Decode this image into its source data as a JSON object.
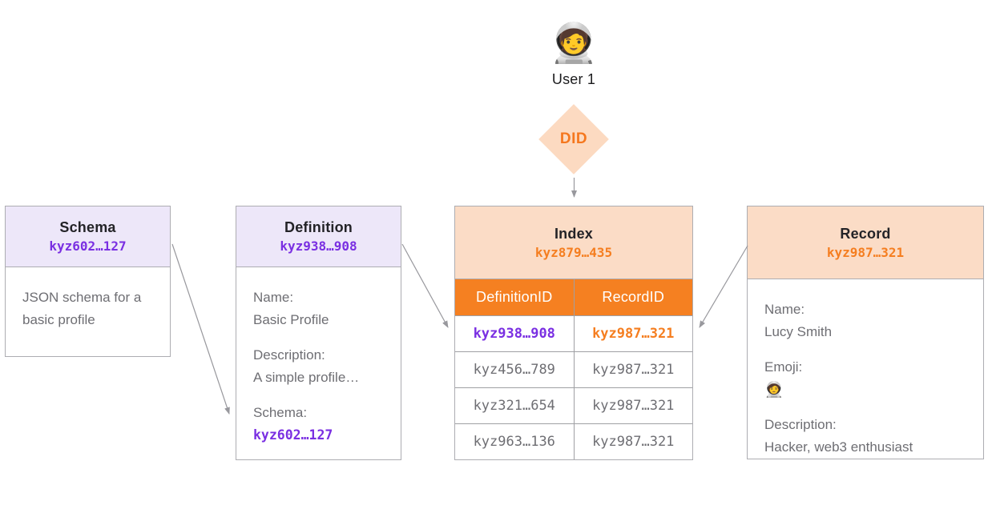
{
  "user": {
    "emoji": "🧑‍🚀",
    "label": "User 1"
  },
  "did": {
    "label": "DID"
  },
  "schema_box": {
    "title": "Schema",
    "id": "kyz602…127",
    "description": "JSON schema for a basic profile"
  },
  "definition_box": {
    "title": "Definition",
    "id": "kyz938…908",
    "fields": [
      {
        "label": "Name:",
        "value": "Basic Profile"
      },
      {
        "label": "Description:",
        "value": "A simple profile…"
      },
      {
        "label": "Schema:",
        "value": "kyz602…127"
      }
    ]
  },
  "index_box": {
    "title": "Index",
    "id": "kyz879…435",
    "table": {
      "headers": [
        "DefinitionID",
        "RecordID"
      ],
      "rows": [
        {
          "definition_id": "kyz938…908",
          "record_id": "kyz987…321",
          "highlighted": true
        },
        {
          "definition_id": "kyz456…789",
          "record_id": "kyz987…321",
          "highlighted": false
        },
        {
          "definition_id": "kyz321…654",
          "record_id": "kyz987…321",
          "highlighted": false
        },
        {
          "definition_id": "kyz963…136",
          "record_id": "kyz987…321",
          "highlighted": false
        }
      ]
    }
  },
  "record_box": {
    "title": "Record",
    "id": "kyz987…321",
    "fields": [
      {
        "label": "Name:",
        "value": "Lucy Smith"
      },
      {
        "label": "Emoji:",
        "value": "🧑‍🚀"
      },
      {
        "label": "Description:",
        "value": "Hacker, web3 enthusiast"
      }
    ]
  },
  "colors": {
    "purple_accent": "#7A2FE2",
    "orange_accent": "#F58021",
    "lavender_header_bg": "#EDE7F9",
    "peach_header_bg": "#FBDCC6",
    "diamond_bg": "#FCDAC1",
    "body_text": "#6E6E73",
    "box_border": "#ADADB2",
    "arrow": "#98989D"
  }
}
